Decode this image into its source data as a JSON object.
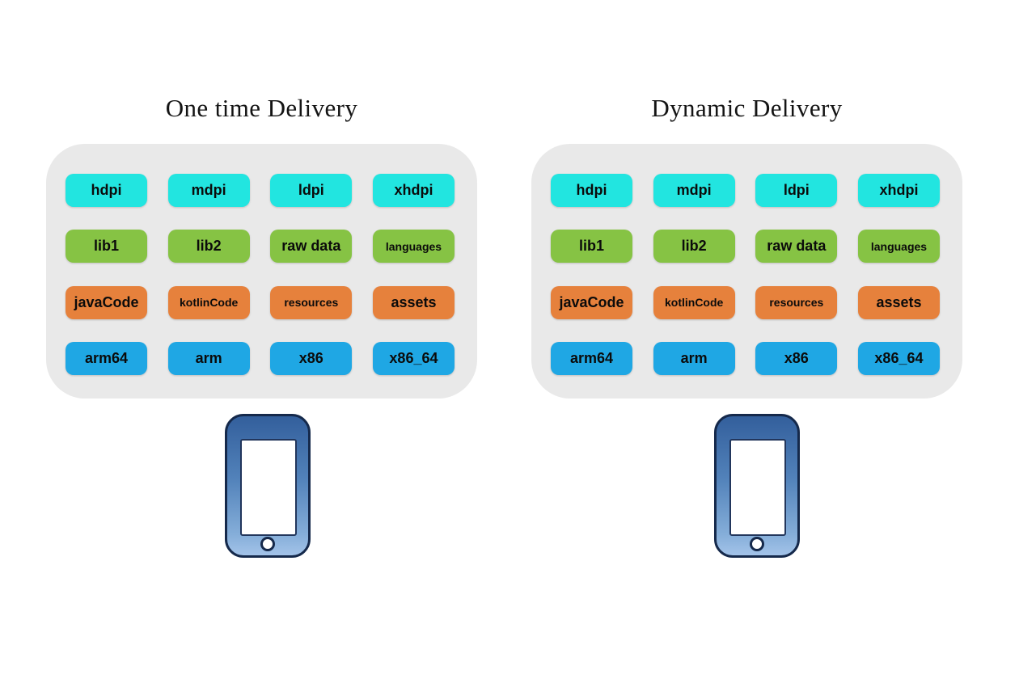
{
  "page": {
    "background": "#ffffff"
  },
  "colors": {
    "page_bg": "#ffffff",
    "title_text": "#141414",
    "panel_bg": "#e9e9e9",
    "chip_text": "#0b0b0b",
    "cyan": "#22e5e0",
    "green": "#86c344",
    "orange": "#e6813c",
    "blue": "#1fa7e4",
    "phone_border": "#15294b",
    "phone_body_top": "#335f9c",
    "phone_body_bottom": "#a3c3e9",
    "phone_screen": "#ffffff"
  },
  "panels": [
    {
      "title": "One time Delivery",
      "rows": [
        {
          "color": "cyan",
          "chips": [
            "hdpi",
            "mdpi",
            "ldpi",
            "xhdpi"
          ]
        },
        {
          "color": "green",
          "chips": [
            "lib1",
            "lib2",
            "raw data",
            "languages"
          ]
        },
        {
          "color": "orange",
          "chips": [
            "javaCode",
            "kotlinCode",
            "resources",
            "assets"
          ]
        },
        {
          "color": "blue",
          "chips": [
            "arm64",
            "arm",
            "x86",
            "x86_64"
          ]
        }
      ],
      "icon": "smartphone-icon"
    },
    {
      "title": "Dynamic Delivery",
      "rows": [
        {
          "color": "cyan",
          "chips": [
            "hdpi",
            "mdpi",
            "ldpi",
            "xhdpi"
          ]
        },
        {
          "color": "green",
          "chips": [
            "lib1",
            "lib2",
            "raw data",
            "languages"
          ]
        },
        {
          "color": "orange",
          "chips": [
            "javaCode",
            "kotlinCode",
            "resources",
            "assets"
          ]
        },
        {
          "color": "blue",
          "chips": [
            "arm64",
            "arm",
            "x86",
            "x86_64"
          ]
        }
      ],
      "icon": "smartphone-icon"
    }
  ]
}
